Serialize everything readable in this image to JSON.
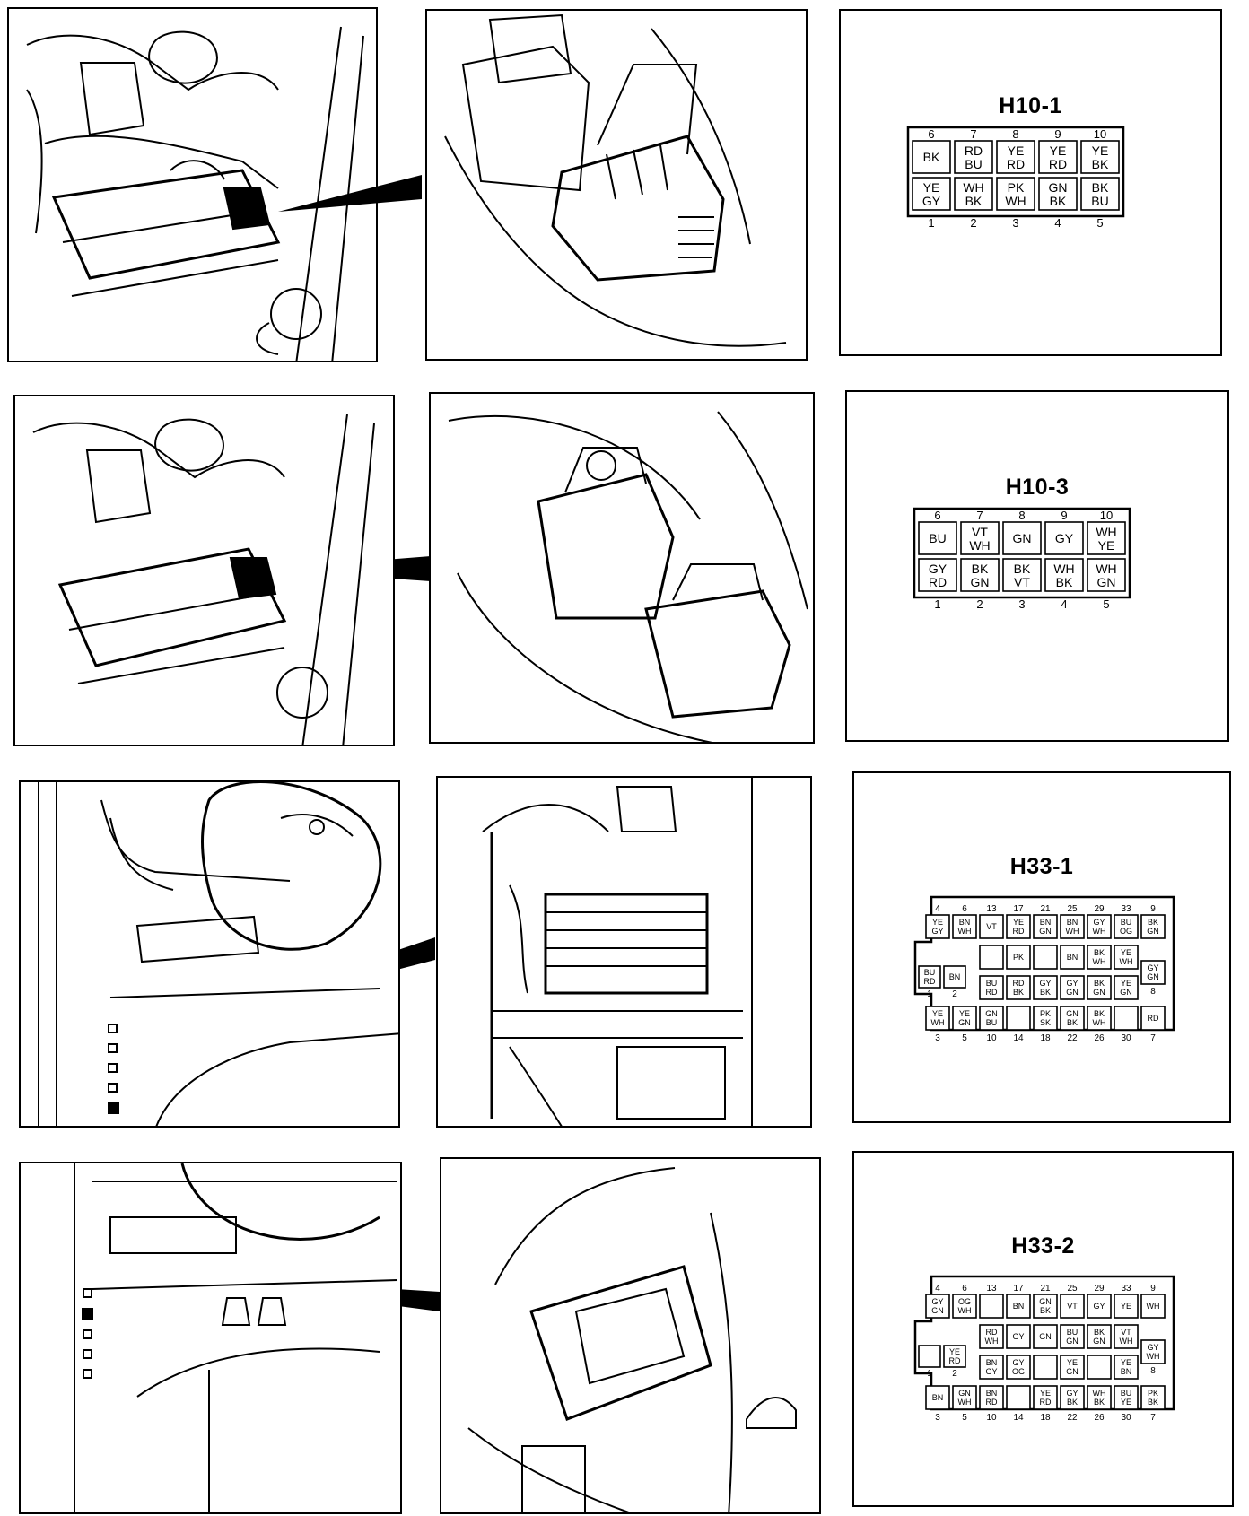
{
  "connectors": [
    {
      "id": "h10-1",
      "title": "H10-1",
      "top_pins": [
        "6",
        "7",
        "8",
        "9",
        "10"
      ],
      "bottom_pins": [
        "1",
        "2",
        "3",
        "4",
        "5"
      ],
      "top_row": [
        [
          "BK"
        ],
        [
          "RD",
          "BU"
        ],
        [
          "YE",
          "RD"
        ],
        [
          "YE",
          "RD"
        ],
        [
          "YE",
          "BK"
        ]
      ],
      "bottom_row": [
        [
          "YE",
          "GY"
        ],
        [
          "WH",
          "BK"
        ],
        [
          "PK",
          "WH"
        ],
        [
          "GN",
          "BK"
        ],
        [
          "BK",
          "BU"
        ]
      ]
    },
    {
      "id": "h10-3",
      "title": "H10-3",
      "top_pins": [
        "6",
        "7",
        "8",
        "9",
        "10"
      ],
      "bottom_pins": [
        "1",
        "2",
        "3",
        "4",
        "5"
      ],
      "top_row": [
        [
          "BU"
        ],
        [
          "VT",
          "WH"
        ],
        [
          "GN"
        ],
        [
          "GY"
        ],
        [
          "WH",
          "YE"
        ]
      ],
      "bottom_row": [
        [
          "GY",
          "RD"
        ],
        [
          "BK",
          "GN"
        ],
        [
          "BK",
          "VT"
        ],
        [
          "WH",
          "BK"
        ],
        [
          "WH",
          "GN"
        ]
      ]
    },
    {
      "id": "h33-1",
      "title": "H33-1",
      "top_pins": [
        "4",
        "6",
        "13",
        "17",
        "21",
        "25",
        "29",
        "33",
        "9"
      ],
      "bottom_pins": [
        "3",
        "5",
        "10",
        "14",
        "18",
        "22",
        "26",
        "30",
        "7"
      ],
      "side_pins_left": [
        "1",
        "2"
      ],
      "side_pin_right": "8",
      "row1": [
        [
          "YE",
          "GY"
        ],
        [
          "BN",
          "WH"
        ],
        [
          "VT"
        ],
        [
          "YE",
          "RD"
        ],
        [
          "BN",
          "GN"
        ],
        [
          "BN",
          "WH"
        ],
        [
          "GY",
          "WH"
        ],
        [
          "BU",
          "OG"
        ],
        [
          "BK",
          "GN"
        ]
      ],
      "row2": [
        [],
        [
          "PK"
        ],
        [],
        [
          "BN"
        ],
        [
          "BK",
          "WH"
        ],
        [
          "YE",
          "WH"
        ]
      ],
      "row2_left": [
        [
          "BU",
          "RD"
        ],
        [
          "BN"
        ]
      ],
      "row3": [
        [
          "BU",
          "RD"
        ],
        [
          "RD",
          "BK"
        ],
        [
          "GY",
          "BK"
        ],
        [
          "GY",
          "GN"
        ],
        [
          "BK",
          "GN"
        ],
        [
          "YE",
          "GN"
        ]
      ],
      "row3_right": [
        "GY",
        "GN"
      ],
      "row4": [
        [
          "YE",
          "WH"
        ],
        [
          "YE",
          "GN"
        ],
        [
          "GN",
          "BU"
        ],
        [],
        [
          "PK",
          "SK"
        ],
        [
          "GN",
          "BK"
        ],
        [
          "BK",
          "WH"
        ],
        [],
        [
          "RD"
        ]
      ]
    },
    {
      "id": "h33-2",
      "title": "H33-2",
      "top_pins": [
        "4",
        "6",
        "13",
        "17",
        "21",
        "25",
        "29",
        "33",
        "9"
      ],
      "bottom_pins": [
        "3",
        "5",
        "10",
        "14",
        "18",
        "22",
        "26",
        "30",
        "7"
      ],
      "side_pins_left": [
        "1",
        "2"
      ],
      "side_pin_right": "8",
      "row1": [
        [
          "GY",
          "GN"
        ],
        [
          "OG",
          "WH"
        ],
        [],
        [
          "BN"
        ],
        [
          "GN",
          "BK"
        ],
        [
          "VT"
        ],
        [
          "GY"
        ],
        [
          "YE"
        ],
        [
          "WH"
        ]
      ],
      "row2": [
        [
          "RD",
          "WH"
        ],
        [
          "GY"
        ],
        [
          "GN"
        ],
        [
          "BU",
          "GN"
        ],
        [
          "BK",
          "GN"
        ],
        [
          "VT",
          "WH"
        ]
      ],
      "row2_left": [
        [],
        [
          "YE",
          "RD"
        ]
      ],
      "row3": [
        [
          "BN",
          "GY"
        ],
        [
          "GY",
          "OG"
        ],
        [],
        [
          "YE",
          "GN"
        ],
        [],
        [
          "YE",
          "BN"
        ]
      ],
      "row3_right": [
        "GY",
        "WH"
      ],
      "row4": [
        [
          "BN"
        ],
        [
          "GN",
          "WH"
        ],
        [
          "BN",
          "RD"
        ],
        [],
        [
          "YE",
          "RD"
        ],
        [
          "GY",
          "BK"
        ],
        [
          "WH",
          "BK"
        ],
        [
          "BU",
          "YE"
        ],
        [
          "PK",
          "BK"
        ]
      ]
    }
  ]
}
